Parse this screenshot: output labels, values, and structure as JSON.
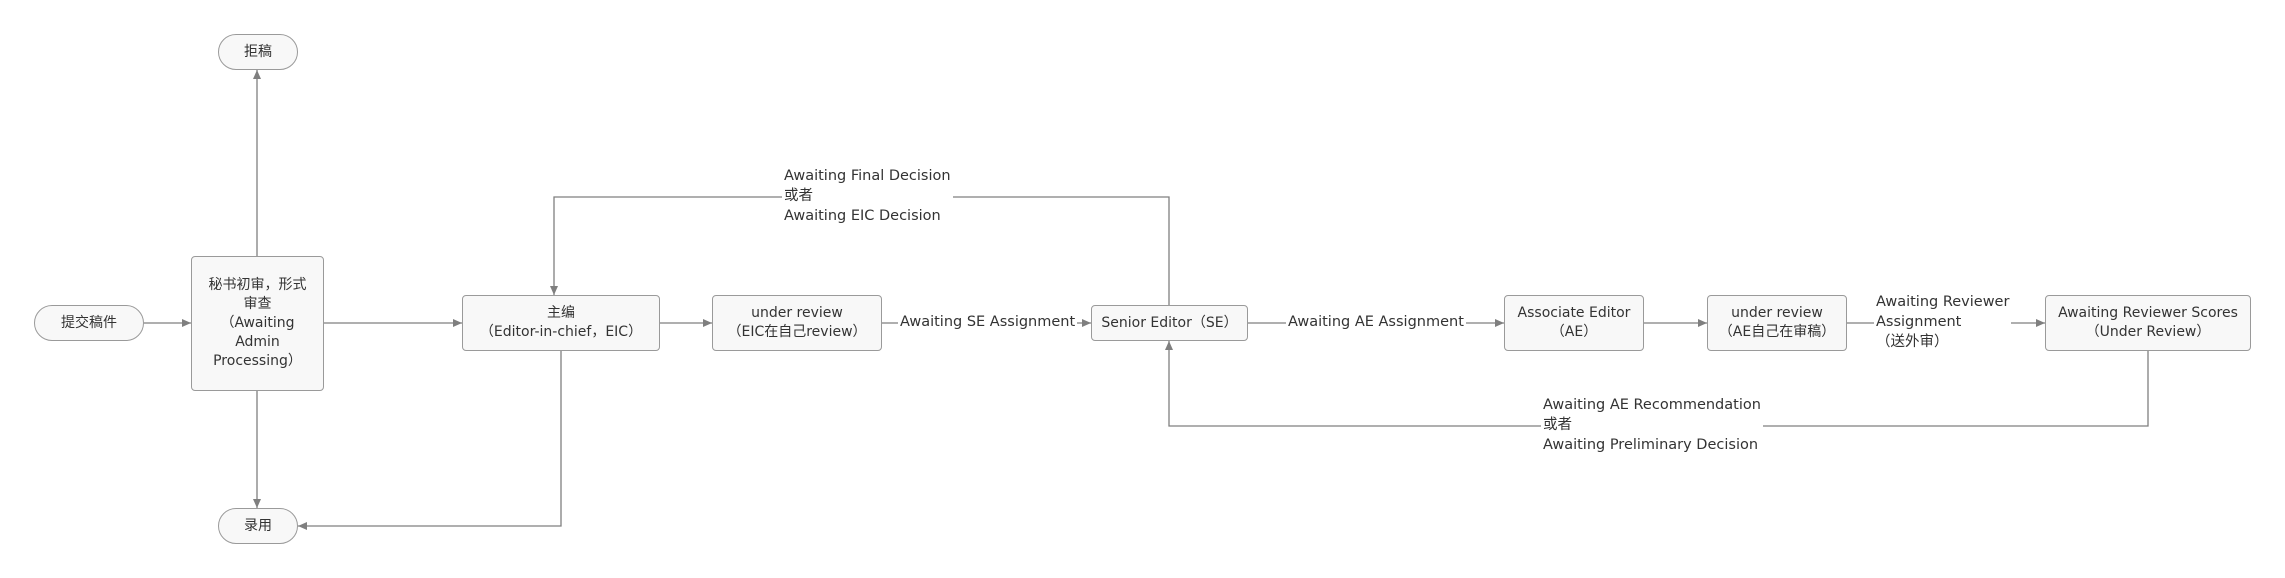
{
  "nodes": {
    "reject": [
      "拒稿"
    ],
    "submit": [
      "提交稿件"
    ],
    "admin": [
      "秘书初审，形式",
      "审查",
      "（Awaiting",
      "Admin",
      "Processing）"
    ],
    "accept": [
      "录用"
    ],
    "eic": [
      "主编",
      "（Editor-in-chief，EIC）"
    ],
    "eic_review": [
      "under review",
      "（EIC在自己review）"
    ],
    "se": [
      "Senior Editor（SE）"
    ],
    "ae": [
      "Associate Editor",
      "（AE）"
    ],
    "ae_review": [
      "under review",
      "（AE自己在审稿）"
    ],
    "reviewers": [
      "Awaiting Reviewer Scores",
      "（Under Review）"
    ]
  },
  "edge_labels": {
    "final_decision": [
      "Awaiting Final Decision",
      "或者",
      "Awaiting EIC Decision"
    ],
    "se_assignment": [
      "Awaiting SE Assignment"
    ],
    "ae_assignment": [
      "Awaiting AE Assignment"
    ],
    "reviewer_assignment": [
      "Awaiting Reviewer",
      "Assignment",
      "（送外审）"
    ],
    "ae_recommendation": [
      "Awaiting AE Recommendation",
      "或者",
      "Awaiting Preliminary Decision"
    ]
  },
  "colors": {
    "line": "#7f7f7f",
    "node_border": "#9a9a9a",
    "node_fill": "#f8f8f8",
    "text": "#333333"
  }
}
